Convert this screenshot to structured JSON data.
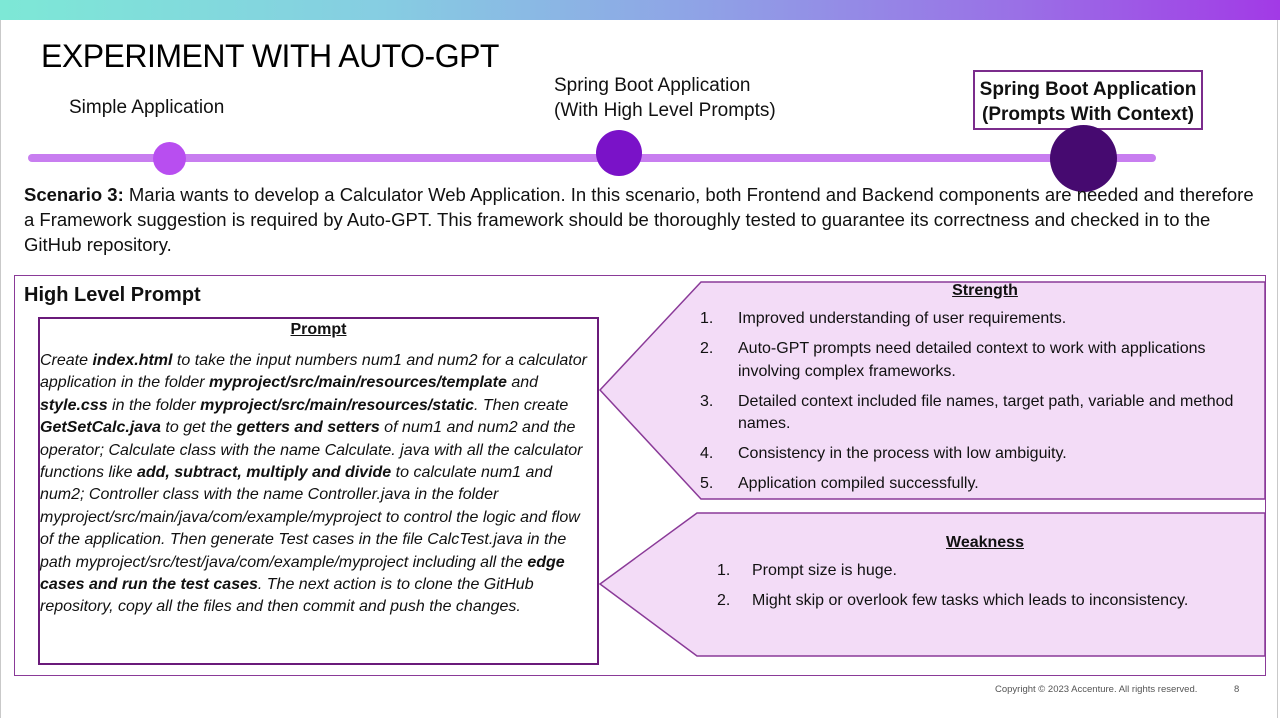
{
  "slide": {
    "title": "EXPERIMENT WITH AUTO-GPT",
    "timeline": {
      "stage1": "Simple Application",
      "stage2_line1": "Spring Boot Application",
      "stage2_line2": "(With High Level Prompts)",
      "stage3_line1": "Spring Boot Application",
      "stage3_line2": "(Prompts With Context)"
    },
    "scenario": {
      "label": "Scenario 3:",
      "text": " Maria wants to develop a Calculator Web Application. In this scenario, both Frontend and Backend components are needed and therefore a Framework suggestion is required by Auto-GPT. This framework should be thoroughly tested to guarantee its correctness and checked in to the GitHub repository."
    },
    "section_title": "High Level Prompt",
    "prompt": {
      "heading": "Prompt",
      "segments": [
        {
          "t": "Create ",
          "b": false
        },
        {
          "t": "index.html",
          "b": true
        },
        {
          "t": " to take the input numbers num1 and num2 for a calculator application in the folder ",
          "b": false
        },
        {
          "t": "myproject/src/main/resources/template",
          "b": true
        },
        {
          "t": " and ",
          "b": false
        },
        {
          "t": "style.css",
          "b": true
        },
        {
          "t": " in the folder ",
          "b": false
        },
        {
          "t": "myproject/src/main/resources/static",
          "b": true
        },
        {
          "t": ". Then create ",
          "b": false
        },
        {
          "t": "GetSetCalc.java",
          "b": true
        },
        {
          "t": " to get the ",
          "b": false
        },
        {
          "t": "getters and setters",
          "b": true
        },
        {
          "t": " of num1 and num2 and the operator; Calculate class with the name Calculate. java with all the calculator functions like ",
          "b": false
        },
        {
          "t": "add, subtract, multiply and divide",
          "b": true
        },
        {
          "t": " to calculate num1 and num2; Controller class with the name Controller.java in the folder myproject/src/main/java/com/example/myproject to control the logic and flow of the application. Then generate Test cases in the file CalcTest.java in the path myproject/src/test/java/com/example/myproject including all the ",
          "b": false
        },
        {
          "t": "edge cases and run the test cases",
          "b": true
        },
        {
          "t": ". The next action is to clone the GitHub repository, copy all the files and then commit and push the changes.",
          "b": false
        }
      ]
    },
    "strength": {
      "heading": "Strength",
      "items": [
        {
          "num": "1.",
          "text": "Improved understanding of user requirements."
        },
        {
          "num": "2.",
          "text": "Auto-GPT prompts need detailed context to work with applications involving complex frameworks."
        },
        {
          "num": "3.",
          "text": "Detailed context included file names, target path, variable and method names."
        },
        {
          "num": "4.",
          "text": "Consistency in the process with low ambiguity."
        },
        {
          "num": "5.",
          "text": "Application compiled successfully."
        }
      ]
    },
    "weakness": {
      "heading": "Weakness",
      "items": [
        {
          "num": "1.",
          "text": "Prompt size is huge."
        },
        {
          "num": "2.",
          "text": "Might skip or overlook few tasks which leads to inconsistency."
        }
      ]
    },
    "footer": {
      "copyright": "Copyright © 2023 Accenture. All rights reserved.",
      "page": "8"
    },
    "colors": {
      "callout_fill": "#f3dcf7",
      "callout_stroke": "#8a3a98",
      "timeline_line": "#c87ef0",
      "dot1": "#b84ef0",
      "dot2": "#7a12c8",
      "dot3": "#460a70"
    }
  }
}
